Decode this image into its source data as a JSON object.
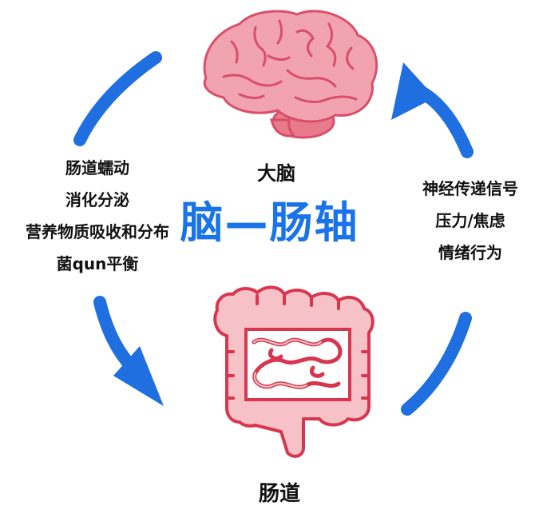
{
  "title": "脑—肠轴",
  "brain_label": "大脑",
  "gut_label": "肠道",
  "gut_to_brain_items": [
    "肠道蠕动",
    "消化分泌",
    "营养物质吸收和分布",
    "菌qun平衡"
  ],
  "brain_to_gut_items": [
    "神经传递信号",
    "压力/焦虑",
    "情绪行为"
  ],
  "icons": {
    "brain": "brain-icon",
    "intestine": "intestine-icon",
    "arrows": "blue-arc-arrow"
  },
  "colors": {
    "arrow": "#1f6fe0",
    "title": "#1a73e8",
    "brain_fill": "#f2a3b0",
    "brain_outline": "#d94f6a",
    "brain_stem": "#e87a8c",
    "intestine_fill": "#f6c2c8",
    "intestine_outline": "#d8364f",
    "text": "#111111"
  }
}
